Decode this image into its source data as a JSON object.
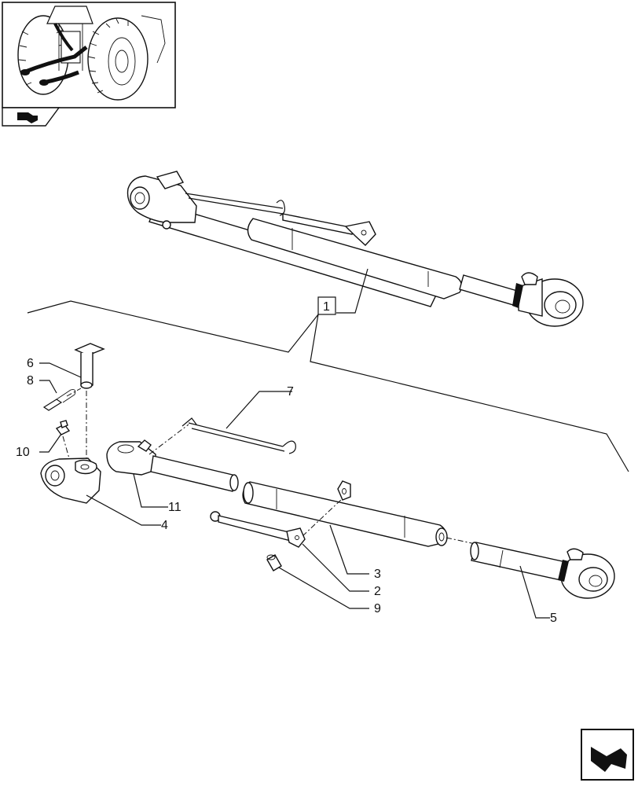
{
  "diagram": {
    "callouts": {
      "assembly": "1",
      "c2": "2",
      "c3": "3",
      "c4": "4",
      "c5": "5",
      "c6": "6",
      "c7": "7",
      "c8": "8",
      "c9": "9",
      "c10": "10",
      "c11": "11"
    },
    "thumbnail_icon": "tractor-rear-thumbnail",
    "next_page_icon": "next-arrow-icon",
    "nav_icon": "navigation-arrow-icon"
  }
}
